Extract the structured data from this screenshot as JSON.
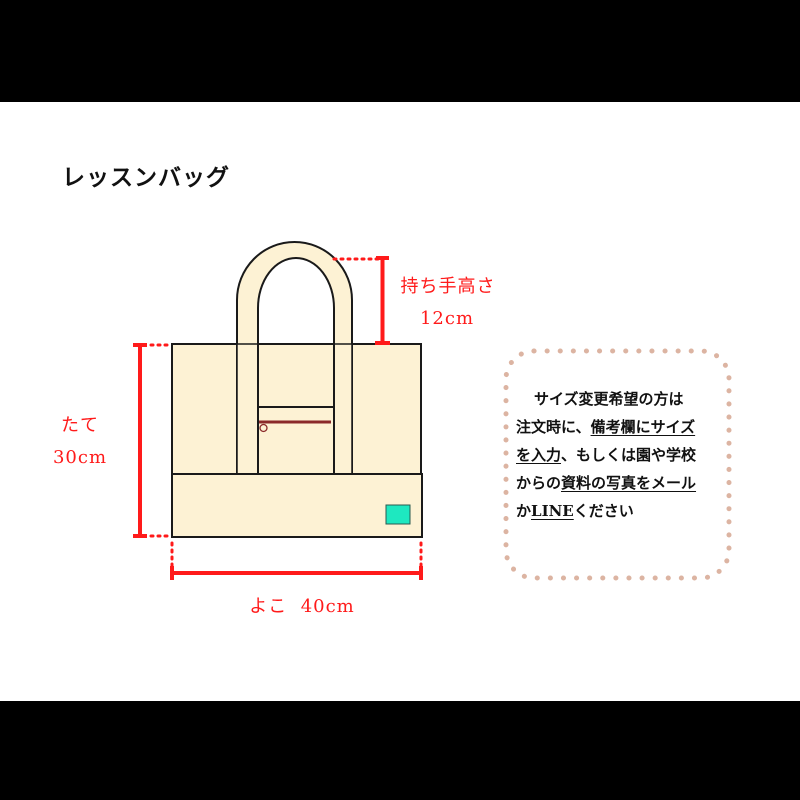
{
  "title": "レッスンバッグ",
  "dimensions": {
    "handle_height": {
      "label": "持ち手高さ",
      "value": "12cm"
    },
    "height": {
      "label": "たて",
      "value": "30cm"
    },
    "width": {
      "label": "よこ",
      "value": "40cm"
    }
  },
  "note": {
    "lines": [
      [
        {
          "text": "サイズ変更希望の方は",
          "underline": false
        }
      ],
      [
        {
          "text": "注文時に、",
          "underline": false
        },
        {
          "text": "備考欄にサイズ",
          "underline": true
        }
      ],
      [
        {
          "text": "を入力",
          "underline": true
        },
        {
          "text": "、もしくは園や学校",
          "underline": false
        }
      ],
      [
        {
          "text": "からの",
          "underline": false
        },
        {
          "text": "資料の写真をメール",
          "underline": true
        }
      ],
      [
        {
          "text": "か",
          "underline": false
        },
        {
          "text": "LINE",
          "underline": true
        },
        {
          "text": "ください",
          "underline": false
        }
      ]
    ]
  },
  "colors": {
    "bag_fill": "#fdf2d4",
    "bag_stroke": "#1a1a1a",
    "dimension_red": "#ff1a1a",
    "zipper": "#8b2a2a",
    "label_patch": "#1ee8c0",
    "note_border": "#dcb4a2",
    "bars": "#000000"
  }
}
